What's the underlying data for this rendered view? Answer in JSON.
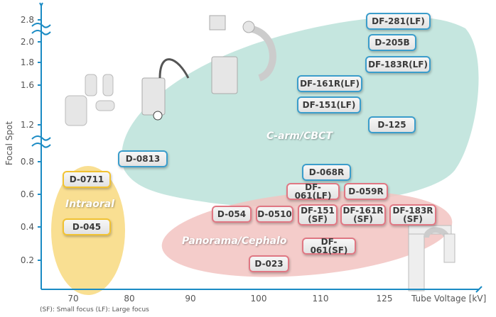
{
  "axes": {
    "y_label": "Focal Spot",
    "x_label": "Tube Voltage [kV]",
    "y_ticks": [
      "2.8",
      "2.0",
      "1.8",
      "1.6",
      "1.2",
      "0.8",
      "0.6",
      "0.4",
      "0.2"
    ],
    "x_ticks": [
      "70",
      "80",
      "90",
      "100",
      "110",
      "125"
    ]
  },
  "regions": {
    "intraoral": "Intraoral",
    "carm": "C-arm/CBCT",
    "panorama": "Panorama/Cephalo"
  },
  "models": {
    "df281lf": "DF-281(LF)",
    "d205b": "D-205B",
    "df183rlf": "DF-183R(LF)",
    "df161rlf": "DF-161R(LF)",
    "df151lf": "DF-151(LF)",
    "d125": "D-125",
    "d0813": "D-0813",
    "d0711": "D-0711",
    "d045": "D-045",
    "d068r": "D-068R",
    "df061lf": "DF-061(LF)",
    "d059r": "D-059R",
    "d054": "D-054",
    "d0510": "D-0510",
    "df151sf": "DF-151\n(SF)",
    "df161rsf": "DF-161R\n(SF)",
    "df183rsf": "DF-183R\n(SF)",
    "df061sf": "DF-061(SF)",
    "d023": "D-023"
  },
  "footnote": "(SF): Small focus  (LF): Large focus",
  "colors": {
    "axis": "#1a8bc4",
    "carm": "#bfe3dc",
    "panorama": "#f2c3c1",
    "intraoral": "#f9df92"
  }
}
